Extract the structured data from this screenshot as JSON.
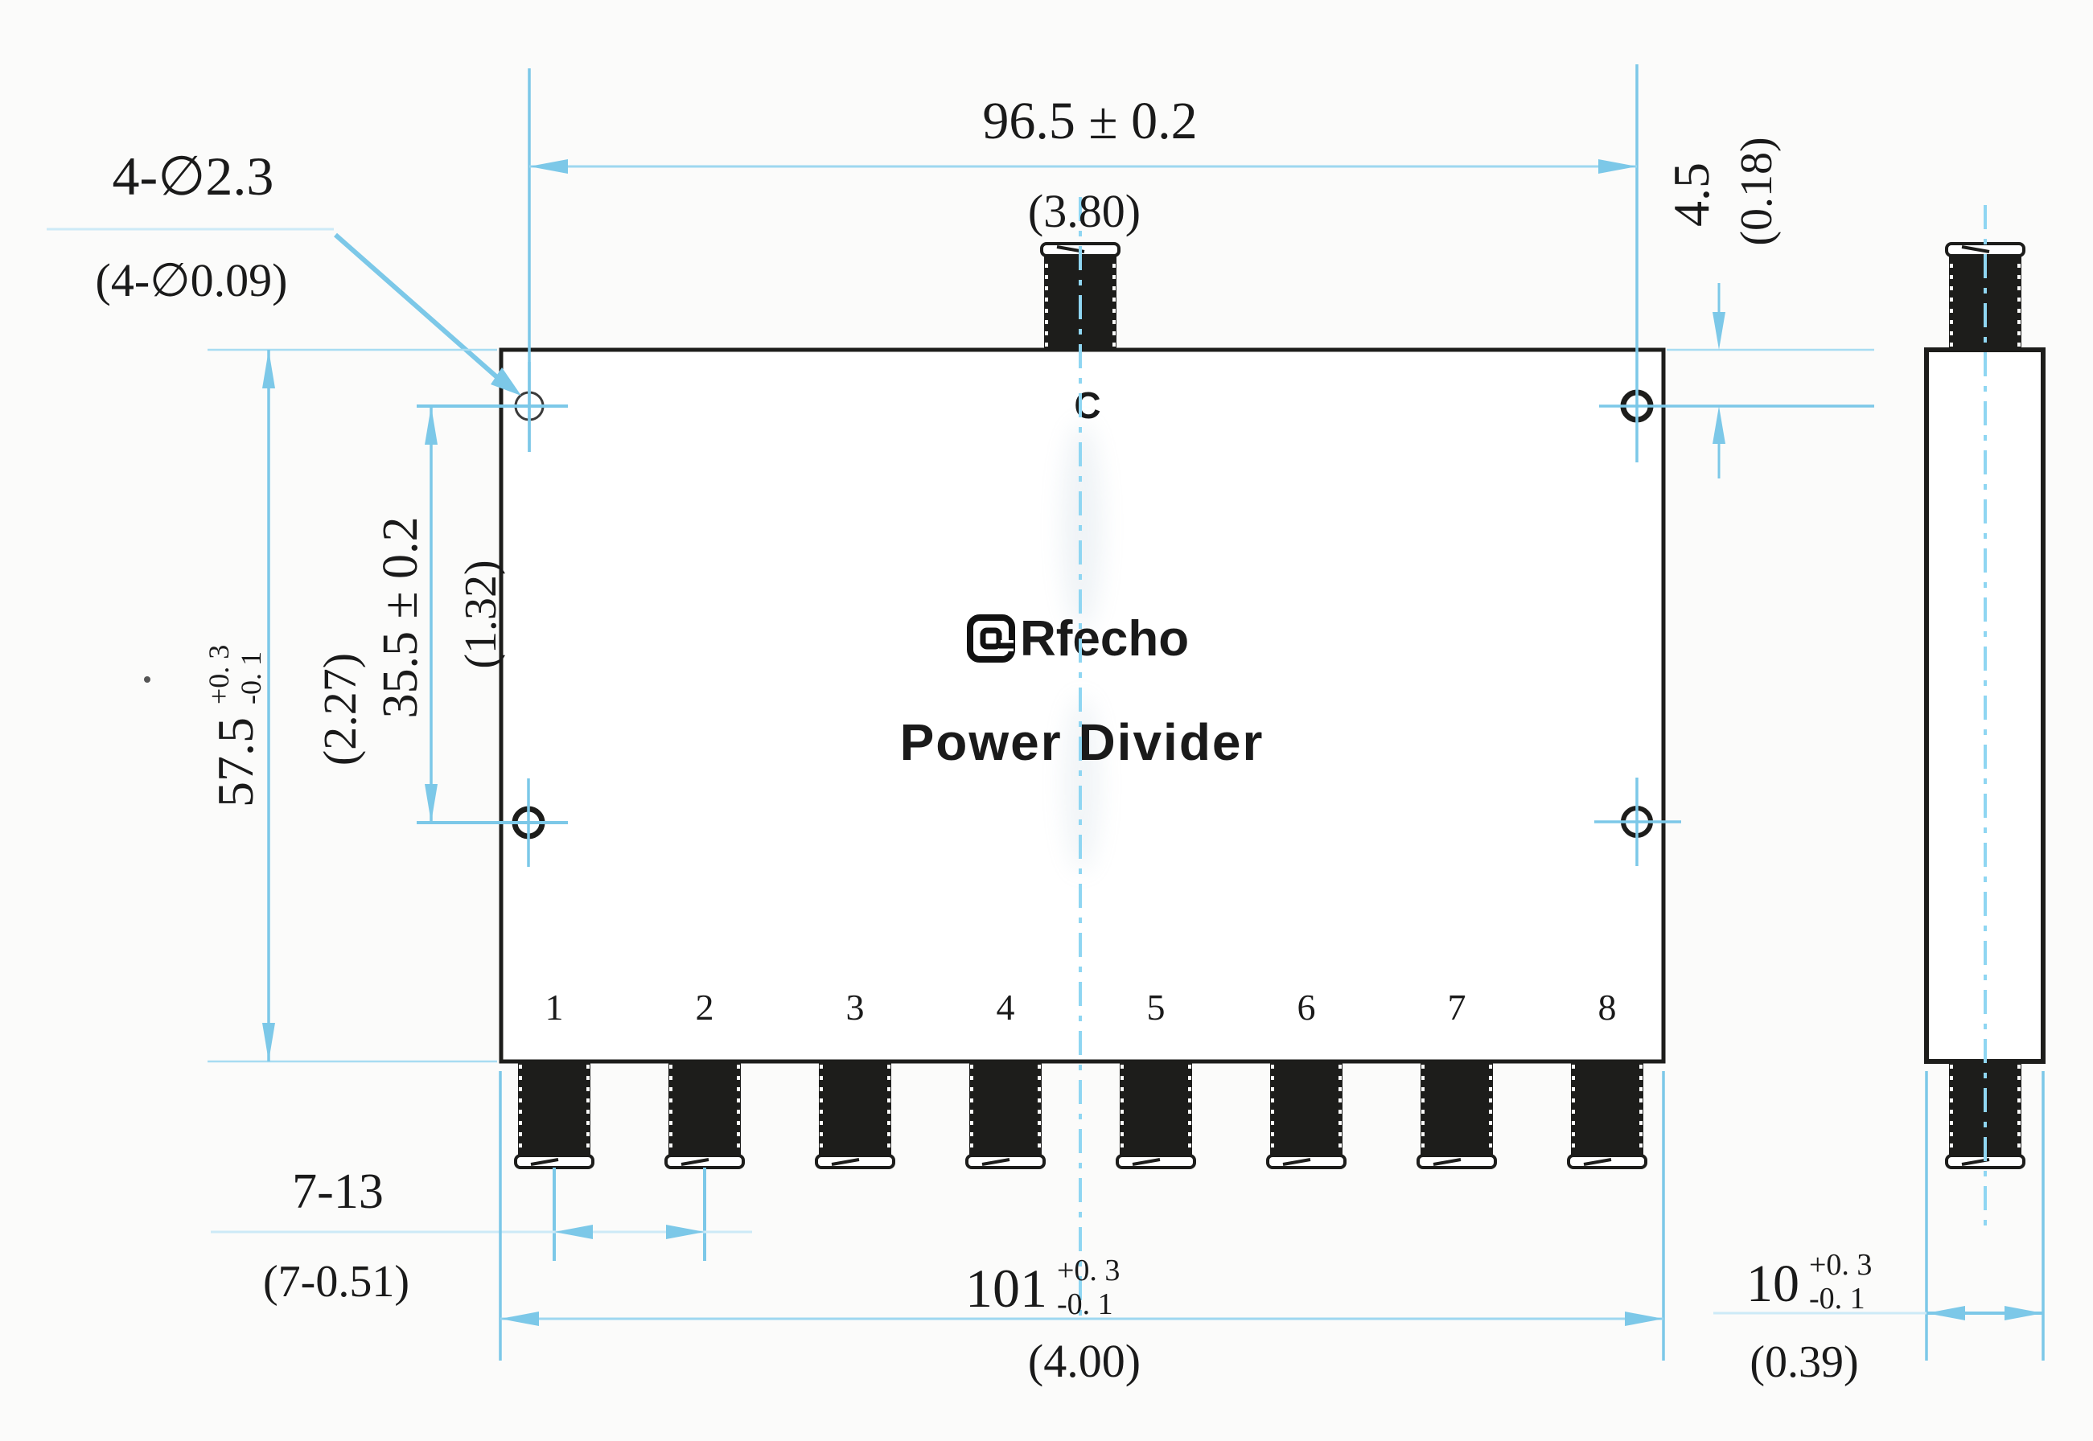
{
  "drawing": {
    "brand": "Rfecho",
    "product_title": "Power Divider",
    "center_port_label": "C",
    "port_labels": [
      "1",
      "2",
      "3",
      "4",
      "5",
      "6",
      "7",
      "8"
    ],
    "colors": {
      "dimension_blue": "#7cc8e8",
      "dimension_blue_light": "#cdeaf7",
      "centerline_blue": "#8fd6f2",
      "line_black": "#1d1d1b"
    },
    "dimensions": {
      "hole_callout": {
        "value": "4-∅2.3",
        "inch": "(4-∅0.09)"
      },
      "top_width": {
        "value": "96.5 ± 0.2",
        "inch": "(3.80)"
      },
      "hole_offset_top": {
        "value": "4.5",
        "inch": "(0.18)"
      },
      "left_height": {
        "value": "57.5",
        "tol_plus": "+0. 3",
        "tol_minus": "-0. 1",
        "inch": "(2.27)"
      },
      "hole_spacing_vert": {
        "value": "35.5 ± 0.2",
        "inch": "(1.32)"
      },
      "port_pitch": {
        "value": "7-13",
        "inch": "(7-0.51)"
      },
      "overall_width": {
        "value": "101",
        "tol_plus": "+0. 3",
        "tol_minus": "-0. 1",
        "inch": "(4.00)"
      },
      "side_depth": {
        "value": "10",
        "tol_plus": "+0. 3",
        "tol_minus": "-0. 1",
        "inch": "(0.39)"
      }
    }
  }
}
